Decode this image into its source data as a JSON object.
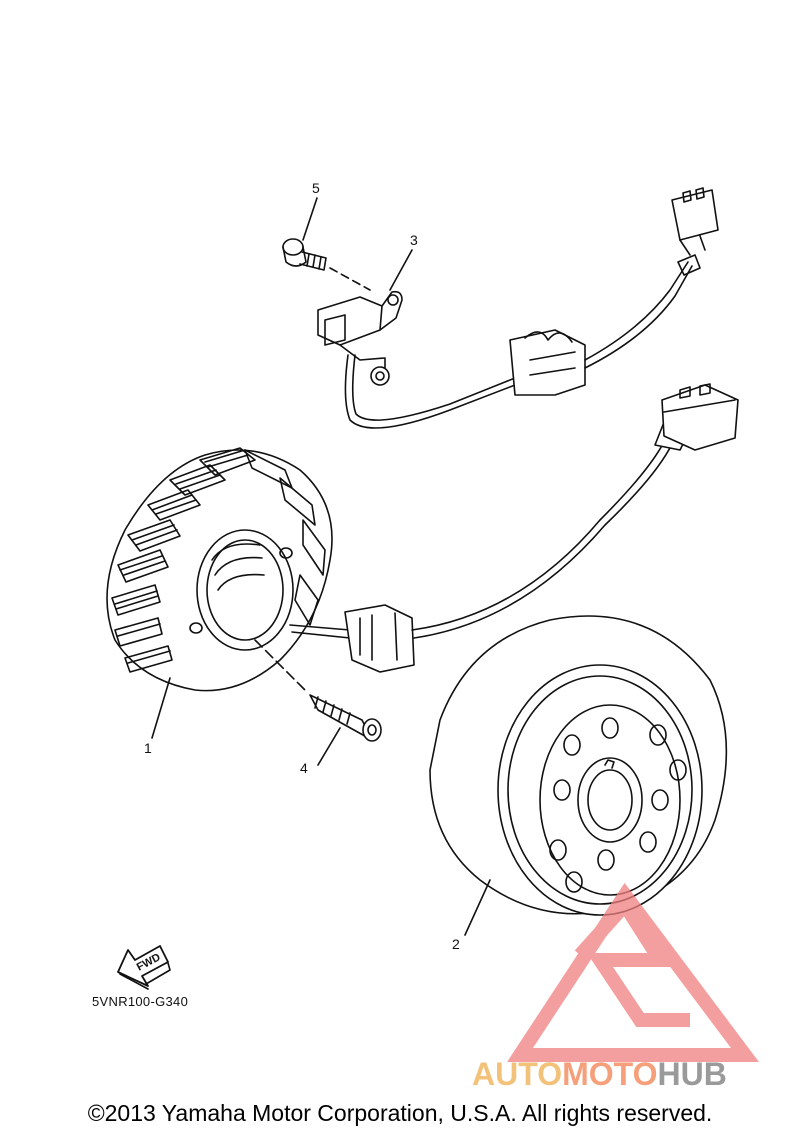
{
  "callouts": {
    "stator": "1",
    "flywheel_rotor": "2",
    "pickup_coil": "3",
    "bolt_stator": "4",
    "bolt_pickup": "5"
  },
  "arrow_label": "FWD",
  "part_code": "5VNR100-G340",
  "copyright": "©2013 Yamaha Motor Corporation, U.S.A. All rights reserved.",
  "watermark": {
    "part1": "AUTO",
    "part2": "MOTO",
    "part3": "HUB",
    "colors": {
      "auto": "#f3c27a",
      "moto": "#f5a07a",
      "hub": "#9a9a9a",
      "logo": "#f08080"
    }
  }
}
